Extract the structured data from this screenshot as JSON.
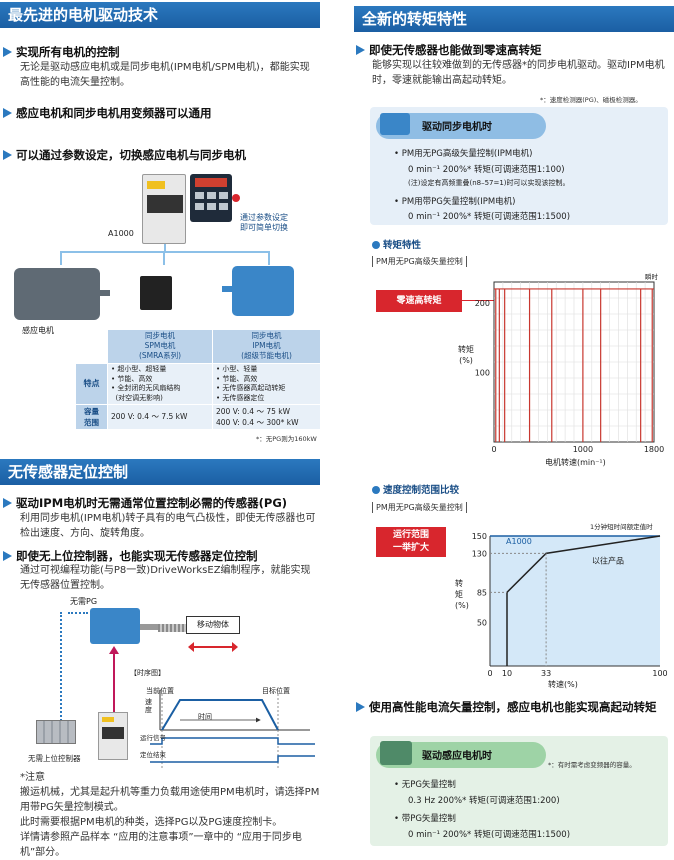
{
  "left": {
    "header1": "最先进的电机驱动技术",
    "s1_title": "实现所有电机的控制",
    "s1_text": "无论是驱动感应电机或是同步电机(IPM电机/SPM电机)，都能实现高性能的电流矢量控制。",
    "s2_title": "感应电机和同步电机用变频器可以通用",
    "s3_title": "可以通过参数设定，切换感应电机与同步电机",
    "callout": "通过参数设定\n即可简单切换",
    "inverter_label": "A1000",
    "induction_label": "感应电机",
    "table": {
      "col1_header": "同步电机\nSPM电机\n(SMRA系列)",
      "col2_header": "同步电机\nIPM电机\n(超级节能电机)",
      "row1_label": "特点",
      "row1_col1": "• 超小型、超轻量\n• 节能、高效\n• 全封闭的无风扇结构\n  (对空调无影响)",
      "row1_col2": "• 小型、轻量\n• 节能、高效\n• 无传感器高起动转矩\n• 无传感器定位",
      "row2_label": "容量\n范围",
      "row2_col1": "200 V: 0.4 ～ 7.5 kW",
      "row2_col2": "200 V: 0.4 ～ 75 kW\n400 V: 0.4 ～ 300* kW",
      "note": "*：无PG则为160kW"
    },
    "header2": "无传感器定位控制",
    "s4_title": "驱动IPM电机时无需通常位置控制必需的传感器(PG)",
    "s4_text": "利用同步电机(IPM电机)转子具有的电气凸极性，即使无传感器也可检出速度、方向、旋转角度。",
    "s5_title": "即使无上位控制器，也能实现无传感器定位控制",
    "s5_text": "通过可视编程功能(与P8一致)DriveWorksEZ编制程序，就能实现无传感器位置控制。",
    "diagram": {
      "no_pg": "无需PG",
      "moving_object": "移动物体",
      "timing_title": "【时序图】",
      "current_pos": "当前位置",
      "target_pos": "目标位置",
      "speed": "速\n度",
      "time": "时间",
      "run_signal": "运行信号",
      "pos_end": "定位结束",
      "no_controller": "无需上位控制器"
    },
    "caution_title": "*注意",
    "caution_text": "搬运机械，尤其是起升机等重力负载用途使用PM电机时，请选择PM用带PG矢量控制模式。\n此时需要根据PM电机的种类，选择PG以及PG速度控制卡。\n详情请参照产品样本 “应用的注意事项”一章中的 “应用于同步电机”部分。"
  },
  "right": {
    "header1": "全新的转矩特性",
    "s1_title": "即使无传感器也能做到零速高转矩",
    "s1_text": "能够实现以往较难做到的无传感器*的同步电机驱动。驱动IPM电机时，零速就能输出高起动转矩。",
    "s1_note": "*：速度检测器(PG)、磁极检测器。",
    "box1_title": "驱动同步电机时",
    "box1_line1": "• PM用无PG高级矢量控制(IPM电机)",
    "box1_line2": "0 min⁻¹ 200%* 转矩(可调速范围1:100)",
    "box1_line3": "(注)设定有高频重叠(n8–57=1)时可以实现该控制。",
    "box1_line4": "• PM用带PG矢量控制(IPM电机)",
    "box1_line5": "0 min⁻¹ 200%* 转矩(可调速范围1:1500)",
    "torque_title": "转矩特性",
    "torque_mode": "PM用无PG高级矢量控制",
    "torque_instant": "瞬时",
    "torque_red": "零速高转矩",
    "torque_ylabel": "转矩\n(%)",
    "torque_xlabel": "电机转速(min⁻¹)",
    "speed_title": "速度控制范围比较",
    "speed_mode": "PM用无PG高级矢量控制",
    "speed_top_note": "1分钟短时间额定值时",
    "speed_red": "运行范围\n一举扩大",
    "speed_a1000": "A1000",
    "speed_old": "以往产品",
    "speed_ylabel": "转\n矩\n(%)",
    "speed_xlabel": "转速(%)",
    "s2_title": "使用高性能电流矢量控制，感应电机也能实现高起动转矩",
    "box2_title": "驱动感应电机时",
    "box2_note": "*：有时需考虑变频器的容量。",
    "box2_line1": "• 无PG矢量控制",
    "box2_line2": "0.3 Hz 200%* 转矩(可调速范围1:200)",
    "box2_line3": "• 带PG矢量控制",
    "box2_line4": "0 min⁻¹ 200%* 转矩(可调速范围1:1500)"
  },
  "chart_data": [
    {
      "type": "line",
      "title": "转矩特性",
      "xlabel": "电机转速(min⁻¹)",
      "ylabel": "转矩(%)",
      "xlim": [
        0,
        1800
      ],
      "ylim": [
        0,
        230
      ],
      "x_ticks": [
        0,
        1000,
        1800
      ],
      "y_ticks": [
        100,
        200
      ],
      "series": [
        {
          "name": "瞬时",
          "x": [
            0,
            1800
          ],
          "y": [
            220,
            220
          ]
        }
      ],
      "vertical_marks_x": [
        20,
        60,
        120,
        400,
        650,
        1000,
        1200,
        1650,
        1780
      ],
      "grid": true
    },
    {
      "type": "area",
      "title": "速度控制范围比较",
      "xlabel": "转速(%)",
      "ylabel": "转矩(%)",
      "xlim": [
        0,
        100
      ],
      "ylim": [
        0,
        150
      ],
      "x_ticks": [
        0,
        10,
        33,
        100
      ],
      "y_ticks": [
        50,
        85,
        130,
        150
      ],
      "series": [
        {
          "name": "A1000",
          "x": [
            0,
            100
          ],
          "y": [
            150,
            150
          ]
        },
        {
          "name": "以往产品",
          "x": [
            10,
            10,
            33,
            100
          ],
          "y": [
            0,
            85,
            130,
            150
          ]
        }
      ]
    }
  ]
}
